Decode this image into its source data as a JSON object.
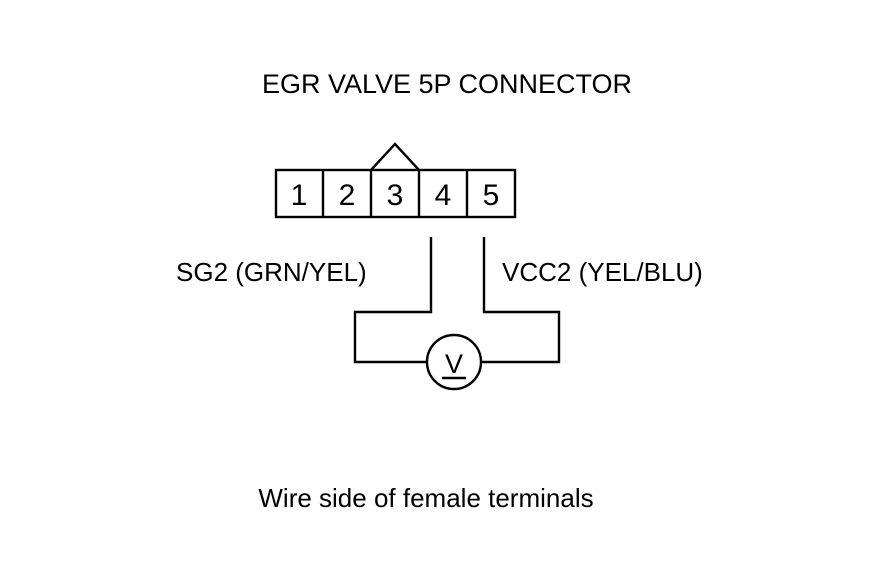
{
  "diagram": {
    "title": "EGR VALVE 5P CONNECTOR",
    "connector": {
      "pins": [
        "1",
        "2",
        "3",
        "4",
        "5"
      ]
    },
    "wires": {
      "left": "SG2 (GRN/YEL)",
      "right": "VCC2 (YEL/BLU)"
    },
    "meter": {
      "symbol": "V",
      "icon": "voltmeter-icon"
    },
    "caption": "Wire side of female terminals",
    "colors": {
      "ink": "#000000",
      "background": "#ffffff"
    }
  }
}
